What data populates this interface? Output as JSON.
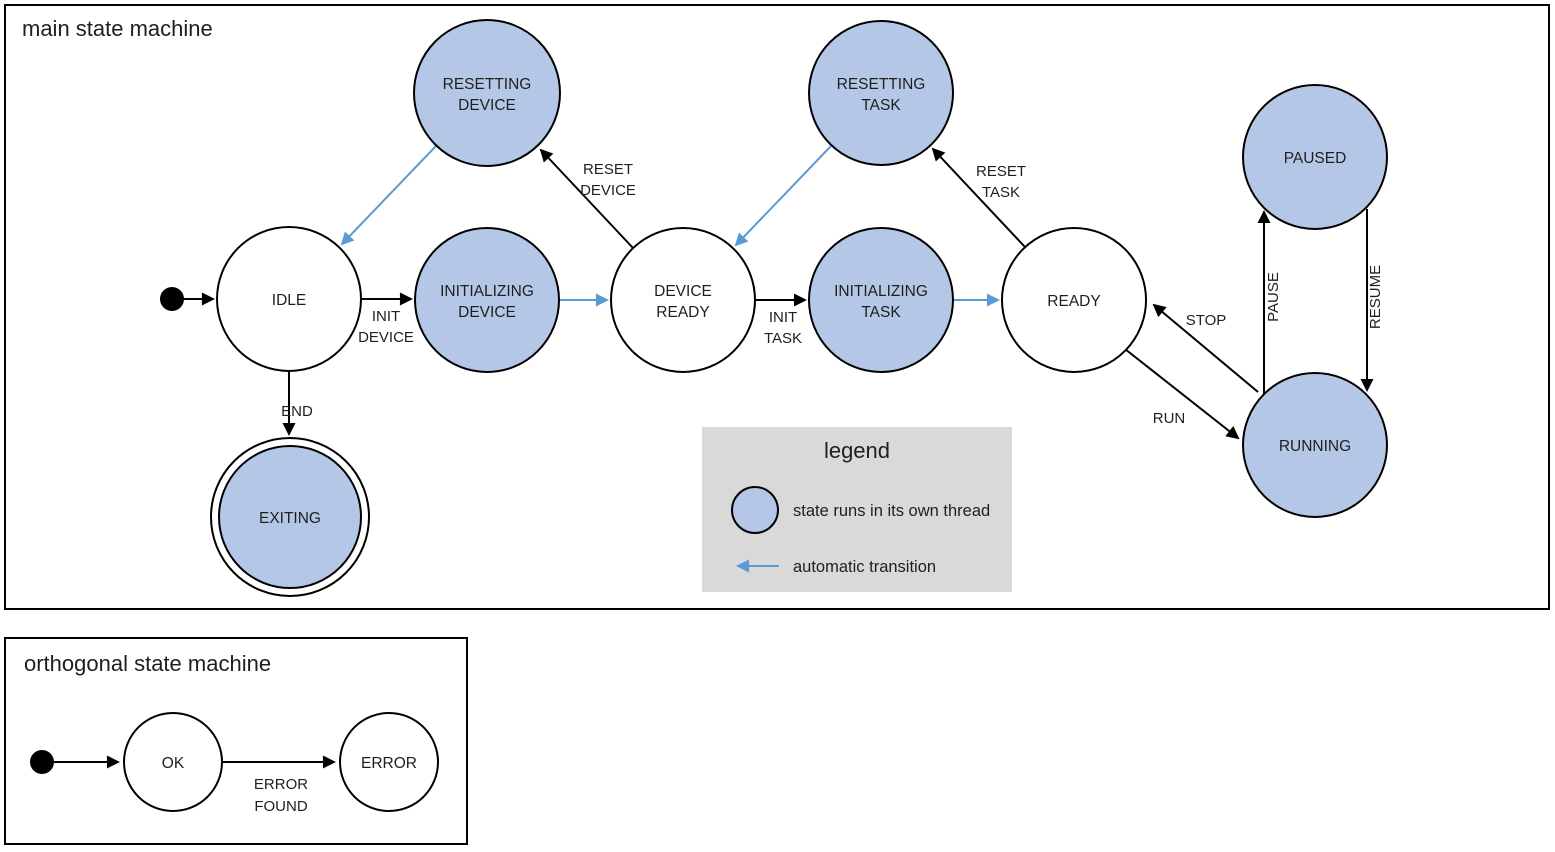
{
  "colors": {
    "threaded_state_fill": "#b4c7e7",
    "state_stroke": "#000000",
    "automatic_transition_blue": "#5b9bd5",
    "legend_background": "#d9d9d9"
  },
  "main_machine": {
    "title": "main state machine",
    "states": {
      "idle": {
        "label": "IDLE"
      },
      "resetting_device": {
        "label_line1": "RESETTING",
        "label_line2": "DEVICE"
      },
      "initializing_device": {
        "label_line1": "INITIALIZING",
        "label_line2": "DEVICE"
      },
      "device_ready": {
        "label_line1": "DEVICE",
        "label_line2": "READY"
      },
      "resetting_task": {
        "label_line1": "RESETTING",
        "label_line2": "TASK"
      },
      "initializing_task": {
        "label_line1": "INITIALIZING",
        "label_line2": "TASK"
      },
      "ready": {
        "label": "READY"
      },
      "paused": {
        "label": "PAUSED"
      },
      "running": {
        "label": "RUNNING"
      },
      "exiting": {
        "label": "EXITING"
      }
    },
    "transitions": {
      "init_device": {
        "label_line1": "INIT",
        "label_line2": "DEVICE"
      },
      "reset_device": {
        "label_line1": "RESET",
        "label_line2": "DEVICE"
      },
      "init_task": {
        "label_line1": "INIT",
        "label_line2": "TASK"
      },
      "reset_task": {
        "label_line1": "RESET",
        "label_line2": "TASK"
      },
      "end": {
        "label": "END"
      },
      "run": {
        "label": "RUN"
      },
      "stop": {
        "label": "STOP"
      },
      "pause": {
        "label": "PAUSE"
      },
      "resume": {
        "label": "RESUME"
      }
    }
  },
  "legend": {
    "title": "legend",
    "threaded_state_label": "state runs in its own thread",
    "automatic_transition_label": "automatic transition"
  },
  "orthogonal_machine": {
    "title": "orthogonal state machine",
    "states": {
      "ok": {
        "label": "OK"
      },
      "error": {
        "label": "ERROR"
      }
    },
    "transitions": {
      "error_found": {
        "label_line1": "ERROR",
        "label_line2": "FOUND"
      }
    }
  }
}
